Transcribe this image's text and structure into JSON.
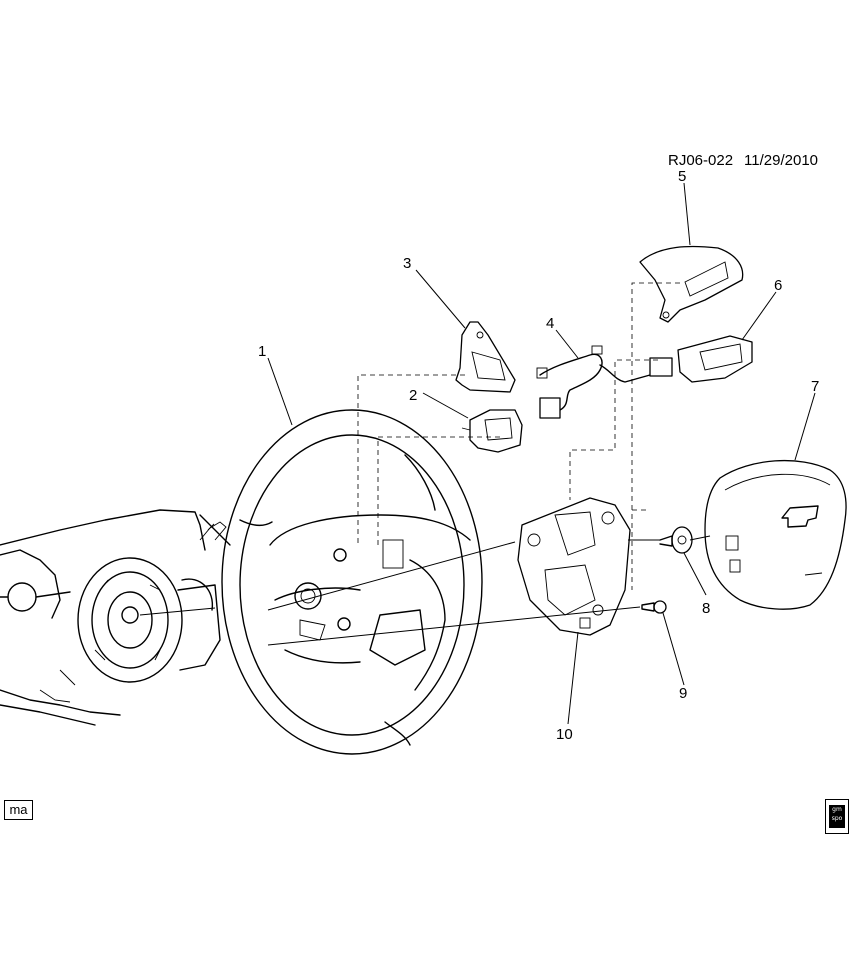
{
  "header": {
    "diagram_id": "RJ06-022",
    "date": "11/29/2010"
  },
  "callouts": [
    "1",
    "2",
    "3",
    "4",
    "5",
    "6",
    "7",
    "8",
    "9",
    "10"
  ],
  "footer": {
    "left_badge": "ma",
    "right_logo_text": "gm spo"
  }
}
